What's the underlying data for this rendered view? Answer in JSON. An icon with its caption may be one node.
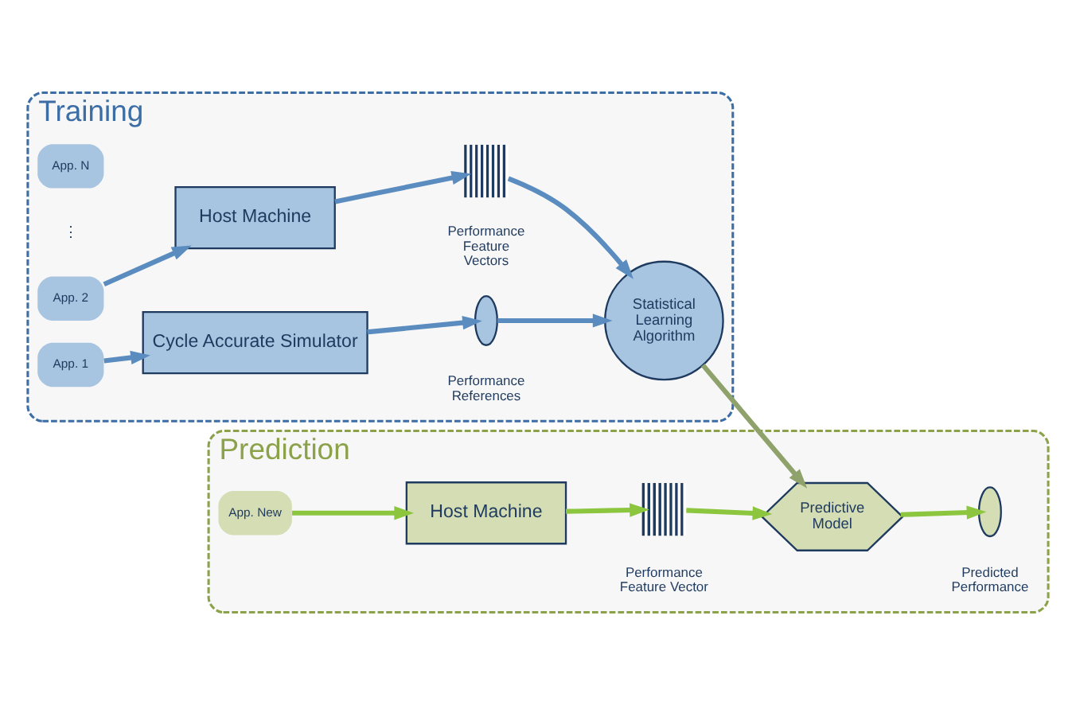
{
  "diagram": {
    "nodes": [
      {
        "text": [
          "Training"
        ]
      },
      {
        "text": [
          "App. 1"
        ],
        "in": 0
      },
      {
        "text": [
          "App. 2"
        ],
        "in": 0
      },
      {
        "text": [
          "App. N"
        ],
        "in": 0
      },
      {
        "text": [
          "Cycle Accurate Simulator"
        ],
        "in": 0
      },
      {
        "text": [
          "Host Machine"
        ],
        "in": 0
      },
      {
        "text": [],
        "shape": "ellipse",
        "beside": [
          "Performance References"
        ],
        "in": 0
      },
      {
        "text": [],
        "shape": "bar",
        "beside": [
          "Performance Feature Vectors"
        ],
        "in": 0
      },
      {
        "text": [
          "Statistical Learning Algorithm"
        ],
        "in": 0
      },
      {
        "text": [
          "Prediction"
        ]
      },
      {
        "text": [
          "App. New"
        ],
        "in": 9
      },
      {
        "text": [
          "Host Machine"
        ],
        "in": 9
      },
      {
        "text": [],
        "shape": "bar",
        "beside": [
          "Performance Feature Vector"
        ],
        "in": 9
      },
      {
        "text": [
          "Predictive Model"
        ],
        "in": 9
      },
      {
        "text": [],
        "shape": "ellipse",
        "beside": [
          "Predicted Performance"
        ],
        "in": 9
      }
    ],
    "edges": [
      {
        "from": 1,
        "to": 4,
        "arrow": "to"
      },
      {
        "from": 2,
        "to": 5,
        "arrow": "to"
      },
      {
        "from": 4,
        "to": 6,
        "arrow": "to"
      },
      {
        "from": 5,
        "to": 7,
        "arrow": "to"
      },
      {
        "from": 6,
        "to": 8,
        "arrow": "to"
      },
      {
        "from": 7,
        "to": 8,
        "arrow": "to"
      },
      {
        "from": 8,
        "to": 13,
        "arrow": "to",
        "color": "#8fa26b"
      },
      {
        "from": 10,
        "to": 11,
        "arrow": "to",
        "color": "#8cc63f"
      },
      {
        "from": 11,
        "to": 12,
        "arrow": "to",
        "color": "#8cc63f"
      },
      {
        "from": 12,
        "to": 13,
        "arrow": "to",
        "color": "#8cc63f"
      },
      {
        "from": 13,
        "to": 14,
        "arrow": "to",
        "color": "#8cc63f"
      }
    ],
    "labels": [
      "⋮"
    ]
  }
}
